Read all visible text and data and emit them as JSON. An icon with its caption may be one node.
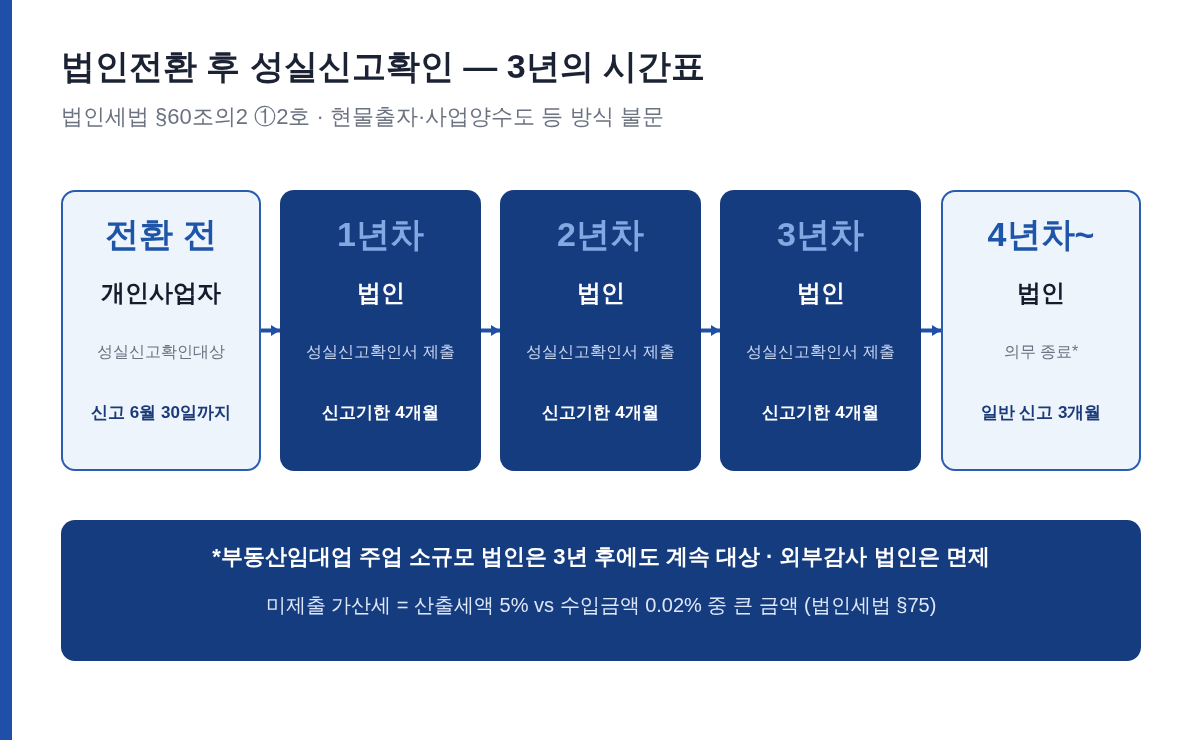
{
  "diagram": {
    "title": "법인전환 후 성실신고확인 — 3년의 시간표",
    "nodes": [
      {
        "text": [
          "전환 전",
          "개인사업자",
          "성실신고확인대상",
          "신고 6월 30일까지"
        ]
      },
      {
        "text": [
          "1년차",
          "법인",
          "성실신고확인서 제출",
          "신고기한 4개월"
        ]
      },
      {
        "text": [
          "2년차",
          "법인",
          "성실신고확인서 제출",
          "신고기한 4개월"
        ]
      },
      {
        "text": [
          "3년차",
          "법인",
          "성실신고확인서 제출",
          "신고기한 4개월"
        ]
      },
      {
        "text": [
          "4년차~",
          "법인",
          "의무 종료*",
          "일반 신고 3개월"
        ]
      },
      {
        "text": [
          "*부동산임대업 주업 소규모 법인은 3년 후에도 계속 대상 · 외부감사 법인은 면제",
          "미제출 가산세 = 산출세액 5% vs 수입금액 0.02% 중 큰 금액 (법인세법 §75)"
        ]
      }
    ],
    "edges": [
      {
        "from": 0,
        "to": 1,
        "arrow": "to"
      },
      {
        "from": 1,
        "to": 2,
        "arrow": "to"
      },
      {
        "from": 2,
        "to": 3,
        "arrow": "to"
      },
      {
        "from": 3,
        "to": 4,
        "arrow": "to"
      }
    ],
    "labels": [
      "법인세법 §60조의2 ①2호 · 현물출자·사업양수도 등 방식 불문"
    ]
  }
}
